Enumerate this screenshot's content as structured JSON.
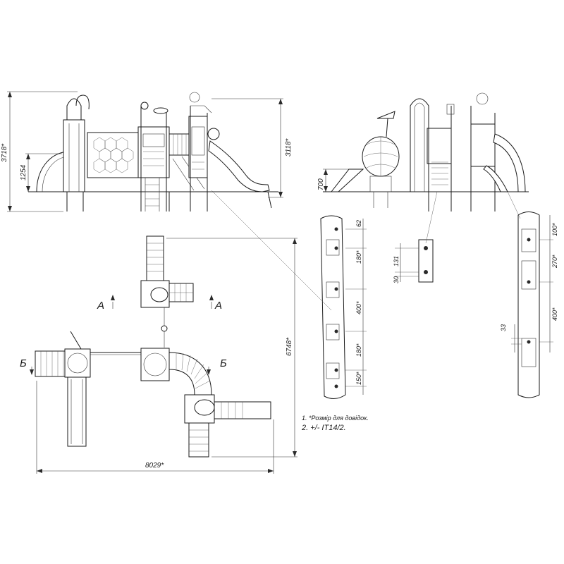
{
  "front_view": {
    "dim_total_height": "3718*",
    "dim_platform_height": "1254",
    "dim_right_height": "3118*"
  },
  "side_view": {
    "dim_slide_height": "700"
  },
  "detail_left": {
    "dims": [
      "62",
      "180*",
      "400*",
      "180*",
      "150*"
    ]
  },
  "detail_mid": {
    "dims": [
      "131",
      "30"
    ]
  },
  "detail_right": {
    "dims": [
      "100*",
      "270*",
      "400*",
      "33"
    ]
  },
  "plan_view": {
    "section_a": "А",
    "section_b": "Б",
    "dim_depth": "6748*",
    "dim_width": "8029*"
  },
  "notes": {
    "note1": "1. *Розмір для довідок.",
    "note2": "2. +/- IT14/2."
  }
}
